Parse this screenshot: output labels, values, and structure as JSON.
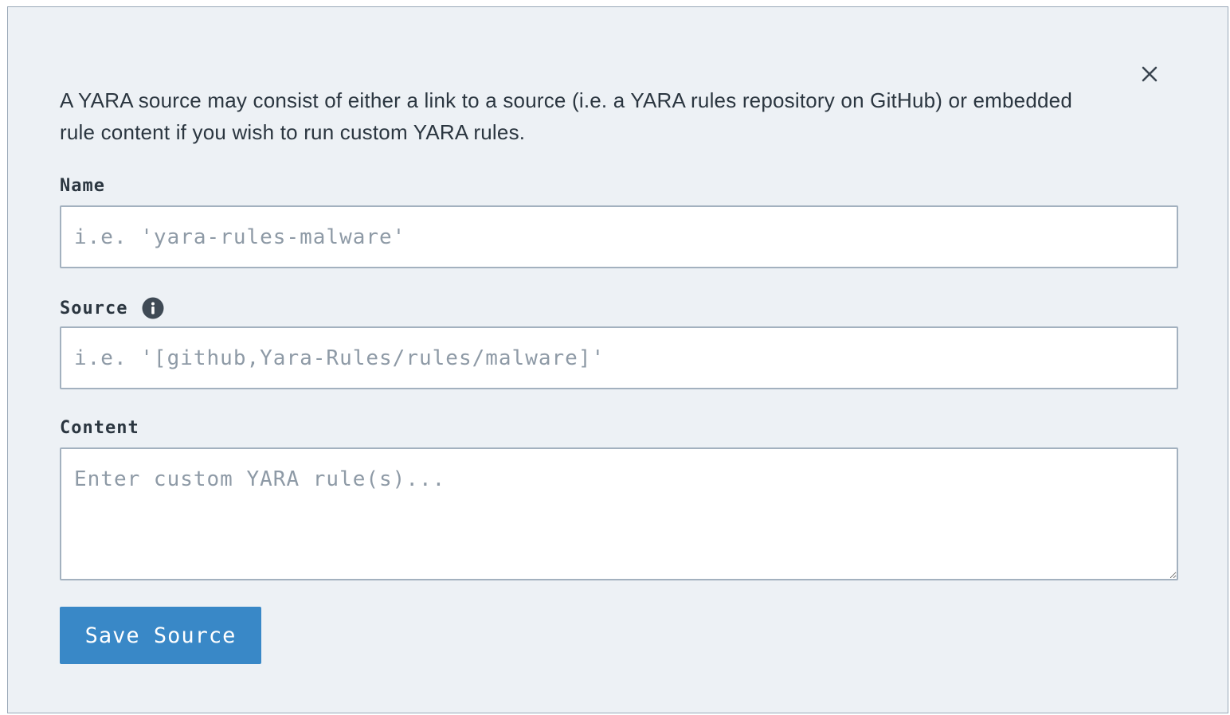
{
  "dialog": {
    "intro_text": "A YARA source may consist of either a link to a source (i.e. a YARA rules repository on GitHub) or embedded rule content if you wish to run custom YARA rules.",
    "close_icon": "close-icon"
  },
  "form": {
    "name": {
      "label": "Name",
      "value": "",
      "placeholder": "i.e. 'yara-rules-malware'"
    },
    "source": {
      "label": "Source",
      "info_icon": "info-icon",
      "value": "",
      "placeholder": "i.e. '[github,Yara-Rules/rules/malware]'"
    },
    "content": {
      "label": "Content",
      "value": "",
      "placeholder": "Enter custom YARA rule(s)..."
    },
    "save_label": "Save Source"
  },
  "colors": {
    "modal_background": "#edf1f5",
    "primary_button": "#3988c7",
    "text": "#2b3640",
    "placeholder": "#8e9aa6",
    "border": "#a3b1bf"
  }
}
